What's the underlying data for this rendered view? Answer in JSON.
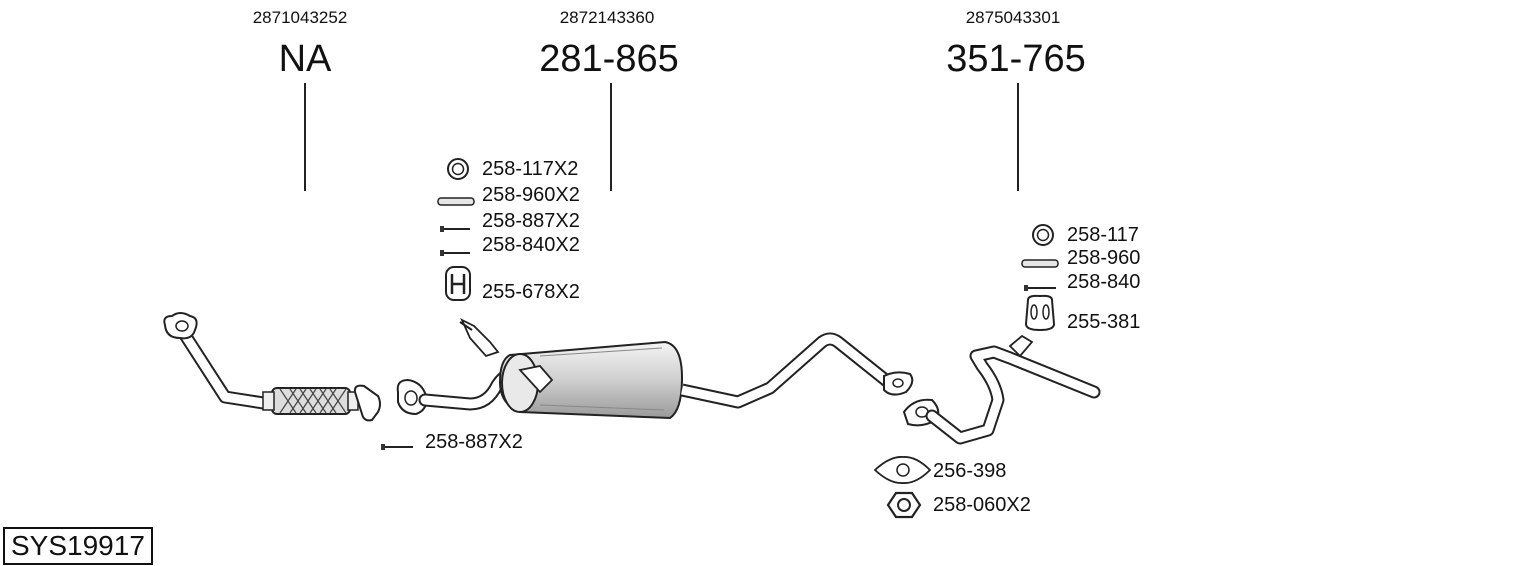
{
  "sections": [
    {
      "ref": "2871043252",
      "part": "NA"
    },
    {
      "ref": "2872143360",
      "part": "281-865"
    },
    {
      "ref": "2875043301",
      "part": "351-765"
    }
  ],
  "fittings_middle": [
    {
      "icon": "ring-gasket-icon",
      "label": "258-117X2"
    },
    {
      "icon": "sleeve-icon",
      "label": "258-960X2"
    },
    {
      "icon": "bolt-icon",
      "label": "258-887X2"
    },
    {
      "icon": "bolt-icon",
      "label": "258-840X2"
    },
    {
      "icon": "rubber-hanger-icon",
      "label": "255-678X2"
    }
  ],
  "fittings_right": [
    {
      "icon": "ring-gasket-icon",
      "label": "258-117"
    },
    {
      "icon": "sleeve-icon",
      "label": "258-960"
    },
    {
      "icon": "bolt-icon",
      "label": "258-840"
    },
    {
      "icon": "rubber-mount-icon",
      "label": "255-381"
    }
  ],
  "fitting_front": {
    "icon": "bolt-icon",
    "label": "258-887X2"
  },
  "fittings_bottom": [
    {
      "icon": "flange-gasket-icon",
      "label": "256-398"
    },
    {
      "icon": "hex-nut-icon",
      "label": "258-060X2"
    }
  ],
  "system_code": "SYS19917"
}
